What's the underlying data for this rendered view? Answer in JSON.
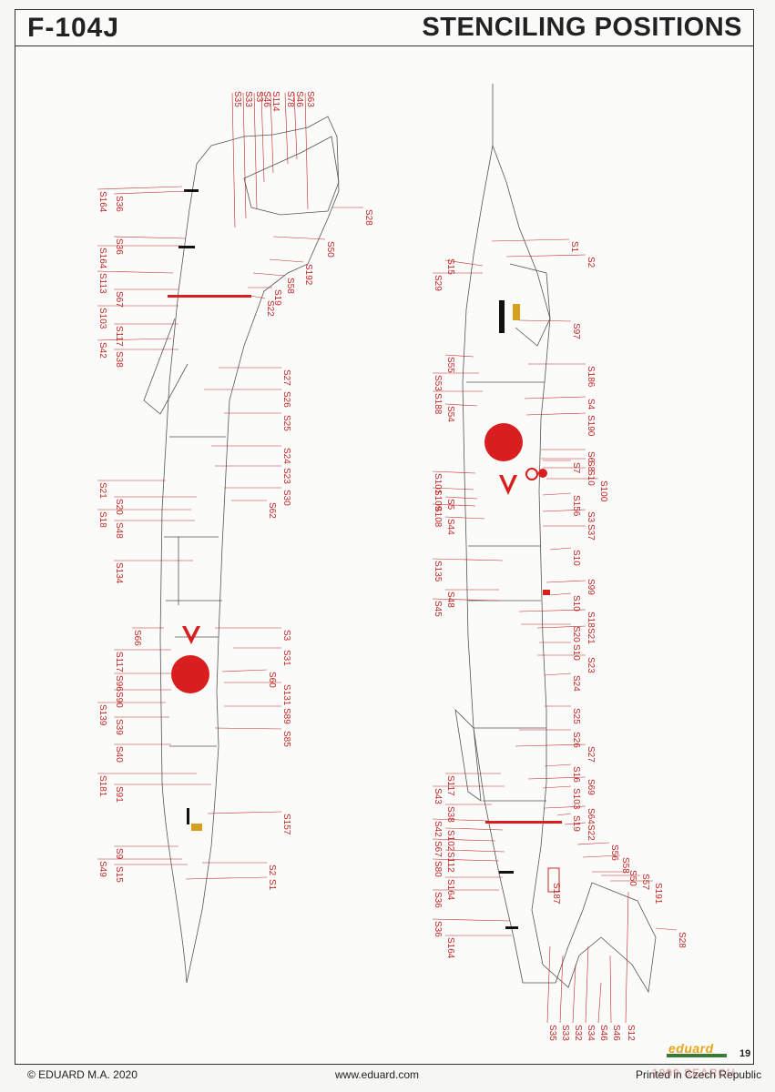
{
  "header": {
    "model": "F-104J",
    "page_title": "STENCILING POSITIONS"
  },
  "footer": {
    "copyright": "© EDUARD M.A. 2020",
    "website": "www.eduard.com",
    "printed": "Printed in Czech Republic",
    "page_number": "19",
    "logo": "eduard",
    "watermark": "1999 SEARCH"
  },
  "colors": {
    "hinomaru_red": "#d81e1e",
    "callout_red": "#c02828",
    "outline": "#555555",
    "logo_orange": "#e8a418",
    "logo_green": "#3a7a3a"
  },
  "left_view": {
    "callouts": [
      "S35",
      "S33",
      "S3",
      "S46",
      "S114",
      "S78",
      "S46",
      "S63",
      "S164",
      "S36",
      "S28",
      "S36",
      "S164",
      "S50",
      "S113",
      "S192",
      "S67",
      "S58",
      "S103",
      "S19",
      "S117",
      "S22",
      "S42",
      "S38",
      "S27",
      "S26",
      "S25",
      "S24",
      "S23",
      "S30",
      "S21",
      "S20",
      "S18",
      "S48",
      "S62",
      "S134",
      "S66",
      "S3",
      "S31",
      "S117",
      "S96",
      "S90",
      "S60",
      "S131",
      "S89",
      "S139",
      "S39",
      "S85",
      "S40",
      "S181",
      "S91",
      "S157",
      "S9",
      "S15",
      "S49",
      "S2",
      "S1"
    ]
  },
  "right_view": {
    "callouts": [
      "S1",
      "S15",
      "S2",
      "S29",
      "S97",
      "S55",
      "S186",
      "S53",
      "S188",
      "S4",
      "S190",
      "S54",
      "S6",
      "S8",
      "S10",
      "S7",
      "S100",
      "S101",
      "S109",
      "S5",
      "S108",
      "S156",
      "S44",
      "S3",
      "S37",
      "S10",
      "S135",
      "S99",
      "S48",
      "S45",
      "S10",
      "S18",
      "S20",
      "S21",
      "S10",
      "S23",
      "S24",
      "S25",
      "S26",
      "S27",
      "S117",
      "S16",
      "S69",
      "S43",
      "S103",
      "S38",
      "S64",
      "S19",
      "S22",
      "S42",
      "S102",
      "S56",
      "S67",
      "S112",
      "S58",
      "S80",
      "S50",
      "S57",
      "S164",
      "S191",
      "S187",
      "S36",
      "S28",
      "S36",
      "S164",
      "S35",
      "S33",
      "S32",
      "S34",
      "S46",
      "S46",
      "S12"
    ]
  }
}
